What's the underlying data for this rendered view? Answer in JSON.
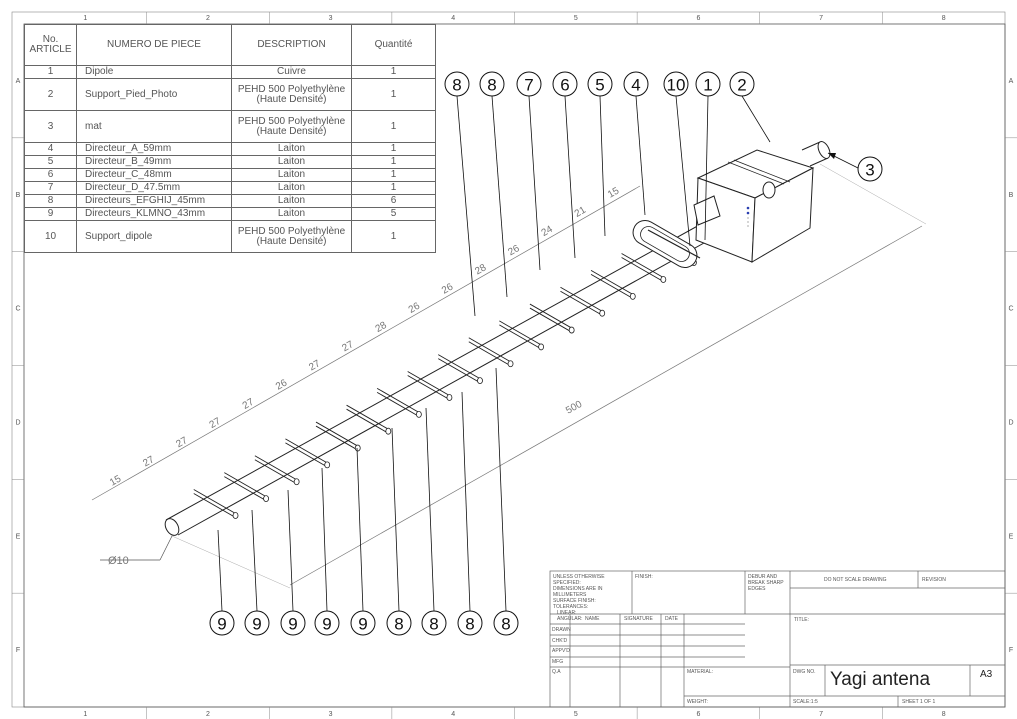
{
  "zones": {
    "columns": [
      "1",
      "2",
      "3",
      "4",
      "5",
      "6",
      "7",
      "8"
    ],
    "rows": [
      "A",
      "B",
      "C",
      "D",
      "E",
      "F"
    ]
  },
  "bom": {
    "headers": [
      "No. ARTICLE",
      "NUMERO DE PIECE",
      "DESCRIPTION",
      "Quantité"
    ],
    "rows": [
      {
        "no": "1",
        "part": "Dipole",
        "desc": "Cuivre",
        "qty": "1"
      },
      {
        "no": "2",
        "part": "Support_Pied_Photo",
        "desc": "PEHD 500 Polyethylène (Haute Densité)",
        "qty": "1"
      },
      {
        "no": "3",
        "part": "mat",
        "desc": "PEHD 500 Polyethylène (Haute Densité)",
        "qty": "1"
      },
      {
        "no": "4",
        "part": "Directeur_A_59mm",
        "desc": "Laiton",
        "qty": "1"
      },
      {
        "no": "5",
        "part": "Directeur_B_49mm",
        "desc": "Laiton",
        "qty": "1"
      },
      {
        "no": "6",
        "part": "Directeur_C_48mm",
        "desc": "Laiton",
        "qty": "1"
      },
      {
        "no": "7",
        "part": "Directeur_D_47.5mm",
        "desc": "Laiton",
        "qty": "1"
      },
      {
        "no": "8",
        "part": "Directeurs_EFGHIJ_45mm",
        "desc": "Laiton",
        "qty": "6"
      },
      {
        "no": "9",
        "part": "Directeurs_KLMNO_43mm",
        "desc": "Laiton",
        "qty": "5"
      },
      {
        "no": "10",
        "part": "Support_dipole",
        "desc": "PEHD 500 Polyethylène (Haute Densité)",
        "qty": "1"
      }
    ]
  },
  "balloons_top": [
    "8",
    "8",
    "7",
    "6",
    "5",
    "4",
    "10",
    "1",
    "2"
  ],
  "balloon_mast": "3",
  "balloons_bottom": [
    "9",
    "9",
    "9",
    "9",
    "9",
    "8",
    "8",
    "8",
    "8"
  ],
  "dimensions": {
    "spacings": [
      "15",
      "27",
      "27",
      "27",
      "27",
      "26",
      "27",
      "27",
      "28",
      "26",
      "26",
      "28",
      "26",
      "24",
      "21",
      "15"
    ],
    "overall": "500",
    "diameter": "Ø10"
  },
  "titleblock": {
    "notes": [
      "UNLESS OTHERWISE SPECIFIED:",
      "DIMENSIONS ARE IN MILLIMETERS",
      "SURFACE FINISH:",
      "TOLERANCES:",
      "LINEAR:",
      "ANGULAR:"
    ],
    "finish": "FINISH:",
    "deburr": [
      "DEBUR AND",
      "BREAK SHARP",
      "EDGES"
    ],
    "do_not_scale": "DO NOT SCALE DRAWING",
    "revision": "REVISION",
    "col_name": "NAME",
    "col_signature": "SIGNATURE",
    "col_date": "DATE",
    "roles": [
      "DRAWN",
      "CHK'D",
      "APPV'D",
      "MFG",
      "Q.A"
    ],
    "title_label": "TITLE:",
    "material": "MATERIAL:",
    "weight": "WEIGHT:",
    "dwg_no_label": "DWG NO.",
    "dwg_title": "Yagi antena",
    "size": "A3",
    "scale": "SCALE:1:5",
    "sheet": "SHEET 1 OF 1"
  }
}
